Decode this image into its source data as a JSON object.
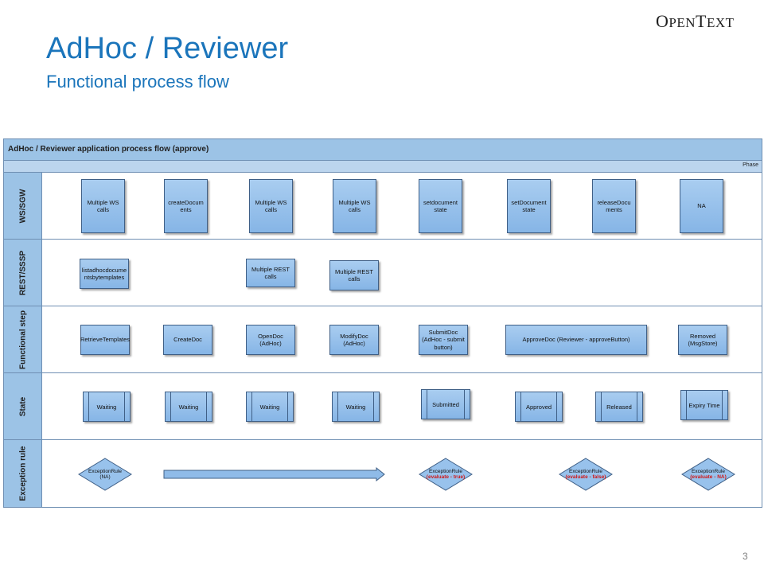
{
  "header": {
    "logo_first": "O",
    "logo_rest": "PEN",
    "logo_first2": "T",
    "logo_rest2": "EXT",
    "title": "AdHoc / Reviewer",
    "subtitle": "Functional process flow"
  },
  "footer": {
    "page_number": "3"
  },
  "diagram": {
    "title": "AdHoc  / Reviewer application process flow (approve)",
    "phase_label": "Phase",
    "lanes": {
      "ws": "WS/SGW",
      "rest": "REST/SSSP",
      "func": "Functional step",
      "state": "State",
      "exc": "Exception rule"
    },
    "ws_nodes": [
      "Multiple WS calls",
      "createDocum ents",
      "Multiple WS calls",
      "Multiple WS calls",
      "setdocument state",
      "setDocument state",
      "releaseDocu ments",
      "NA"
    ],
    "rest_nodes": [
      "listadhocdocume ntsbytemplates",
      "Multiple REST calls",
      "Multiple REST calls"
    ],
    "func_nodes": [
      "RetrieveTemplates",
      "CreateDoc",
      "OpenDoc (AdHoc)",
      "ModifyDoc (AdHoc)",
      "SubmitDoc (AdHoc - submit button)",
      "ApproveDoc (Reviewer - approveButton)",
      "Removed (MsgStore)"
    ],
    "state_nodes": [
      "Waiting",
      "Waiting",
      "Waiting",
      "Waiting",
      "Submitted",
      "Approved",
      "Released",
      "Expiry Time"
    ],
    "exceptions": [
      {
        "title": "ExceptionRule",
        "detail": "(NA)"
      },
      {
        "title": "ExceptionRule",
        "detail": "(evaluate - true)"
      },
      {
        "title": "ExceptionRule",
        "detail": "(evaluate - false)"
      },
      {
        "title": "ExceptionRule",
        "detail": "(evaluate - NA)"
      }
    ]
  },
  "colors": {
    "title_blue": "#1b75bb",
    "lane_fill": "#9cc3e6",
    "node_fill": "#a9cdf0",
    "exception_red": "#d01818"
  }
}
